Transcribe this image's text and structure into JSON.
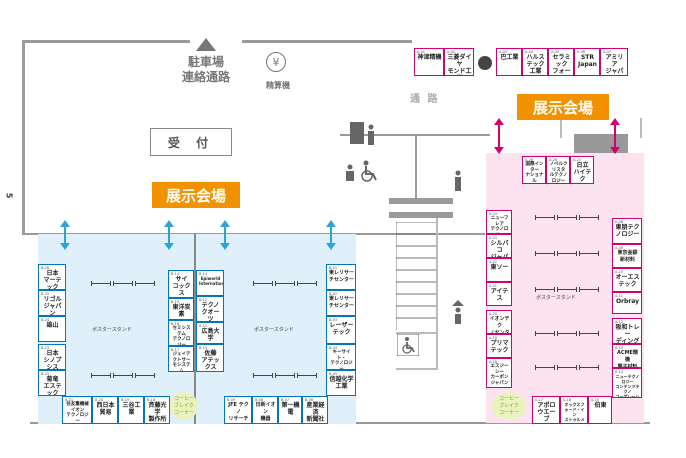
{
  "side_number": "5",
  "top_left": {
    "parking_label": "駐車場\n連絡通路",
    "yen_symbol": "¥",
    "fare_machine_label": "精算機"
  },
  "corridor_label": "通 路",
  "reception_label": "受 付",
  "exhibition_labels": {
    "left": "展示会場",
    "right": "展示会場"
  },
  "poster_stand_label": "ポスタースタンド",
  "coffee_break_label": "コーヒー\nブレイク\nコーナー",
  "top_booths": [
    {
      "id": "A-01",
      "name": "神津精機"
    },
    {
      "id": "A-02",
      "name": "三菱ダイヤ\nモンド工業"
    },
    {
      "id": "A-03",
      "name": "巴工業"
    },
    {
      "id": "A-04",
      "name": "ハルス\nテック工業"
    },
    {
      "id": "A-05",
      "name": "セラミック\nフォーラム"
    },
    {
      "id": "A-06",
      "name": "STR\nJapan"
    },
    {
      "id": "A-07",
      "name": "アミリア\nジャパン"
    }
  ],
  "right_top_booths": [
    {
      "id": "A-26",
      "name": "国際インター\nナショナル"
    },
    {
      "id": "A-26",
      "name": "ノベルクリスタ\nルテクノロジー"
    },
    {
      "id": "A-27",
      "name": "日立\nハイテク"
    }
  ],
  "right_left_column": [
    {
      "id": "A-24",
      "name": "ニューフレア\nテクノロジー"
    },
    {
      "id": "A-23",
      "name": "シルバコ\nジャパン"
    },
    {
      "id": "A-22",
      "name": "東ソー"
    },
    {
      "id": "A-21",
      "name": "アイテス"
    },
    {
      "id": "A-20",
      "name": "イオンテク\nノセンター"
    },
    {
      "id": "A-19",
      "name": "プリマ\nテック"
    },
    {
      "id": "A-18",
      "name": "エスジーシー\nカーボン\nジャパン"
    }
  ],
  "right_right_column": [
    {
      "id": "A-08",
      "name": "東朋テク\nノロジー"
    },
    {
      "id": "A-09",
      "name": "東京金銀\n新材料"
    },
    {
      "id": "A-10",
      "name": "オーエス\nテック"
    },
    {
      "id": "A-11",
      "name": "Orbray"
    },
    {
      "id": "A-12",
      "name": "阪和トレー\nディング"
    },
    {
      "id": "A-13",
      "name": "ACME精機\n電子材料"
    },
    {
      "id": "A-14",
      "name": "ニューテクノロジー\nコンテンツテクノ\nコーポレーション"
    }
  ],
  "right_bottom_booths": [
    {
      "id": "A-17",
      "name": "アポロ\nウエーブ"
    },
    {
      "id": "A-16",
      "name": "オックスフォード・イン\nストゥルメンツ"
    },
    {
      "id": "A-15",
      "name": "伯東"
    }
  ],
  "left_hall_b": {
    "left_column": [
      {
        "id": "B-26",
        "name": "日本\nマーテック"
      },
      {
        "id": "B-25",
        "name": "リゴル\nジャパン"
      },
      {
        "id": "B-24",
        "name": "雄山"
      },
      {
        "id": "B-23",
        "name": "日本\nシノプシス"
      },
      {
        "id": "B-22",
        "name": "菊竜\nエステック"
      }
    ],
    "center_right_column": [
      {
        "id": "B-14",
        "name": "サイ\nコックス"
      },
      {
        "id": "B-15",
        "name": "東洋炭素"
      },
      {
        "id": "B-16",
        "name": "セミシステム\nテクノロジー\nズ・ジャパン"
      },
      {
        "id": "B-17",
        "name": "ジェイテクトサーモシステム"
      }
    ],
    "bottom_row": [
      {
        "id": "B-21",
        "name": "住友重機械\nイオン\nテクノロジー"
      },
      {
        "id": "B-20",
        "name": "西日本\n貿易"
      },
      {
        "id": "B-19",
        "name": "三谷工業"
      },
      {
        "id": "B-18",
        "name": "斉藤光学\n製作所"
      }
    ]
  },
  "center_hall_b": {
    "left_column": [
      {
        "id": "B-13",
        "name": "Epiworld\nInternational"
      },
      {
        "id": "B-12",
        "name": "テクノ\nクオーツ"
      },
      {
        "id": "B-11",
        "name": "広島大学"
      },
      {
        "id": "B-10",
        "name": "佐藤\nアテックス"
      }
    ],
    "right_column": [
      {
        "id": "B-01",
        "name": "東レリサー\nチセンター"
      },
      {
        "id": "B-02",
        "name": "東レリサー\nチセンター"
      },
      {
        "id": "B-03",
        "name": "レーザー\nテック"
      },
      {
        "id": "B-04",
        "name": "キーサイト・\nテクノロジー"
      },
      {
        "id": "B-05",
        "name": "信越化学\n工業"
      }
    ],
    "bottom_row": [
      {
        "id": "B-09",
        "name": "JFE テクノ\nリサーチ"
      },
      {
        "id": "B-08",
        "name": "日新イオン\n機器"
      },
      {
        "id": "B-07",
        "name": "第一機電"
      },
      {
        "id": "B-06",
        "name": "産業経済\n新聞社"
      }
    ]
  },
  "colors": {
    "left_hall_fill": "#dff0fb",
    "right_hall_fill": "#fde3ef",
    "banner": "#f39200",
    "arrow_blue": "#2aa4d9",
    "arrow_pink": "#d4006e",
    "wall": "#9b9b9b"
  },
  "icons": [
    "up-arrow-icon",
    "yen-icon",
    "atm-icon",
    "elevator-icon",
    "restroom-icon",
    "person-icon",
    "wheelchair-icon",
    "double-arrow-icon"
  ]
}
